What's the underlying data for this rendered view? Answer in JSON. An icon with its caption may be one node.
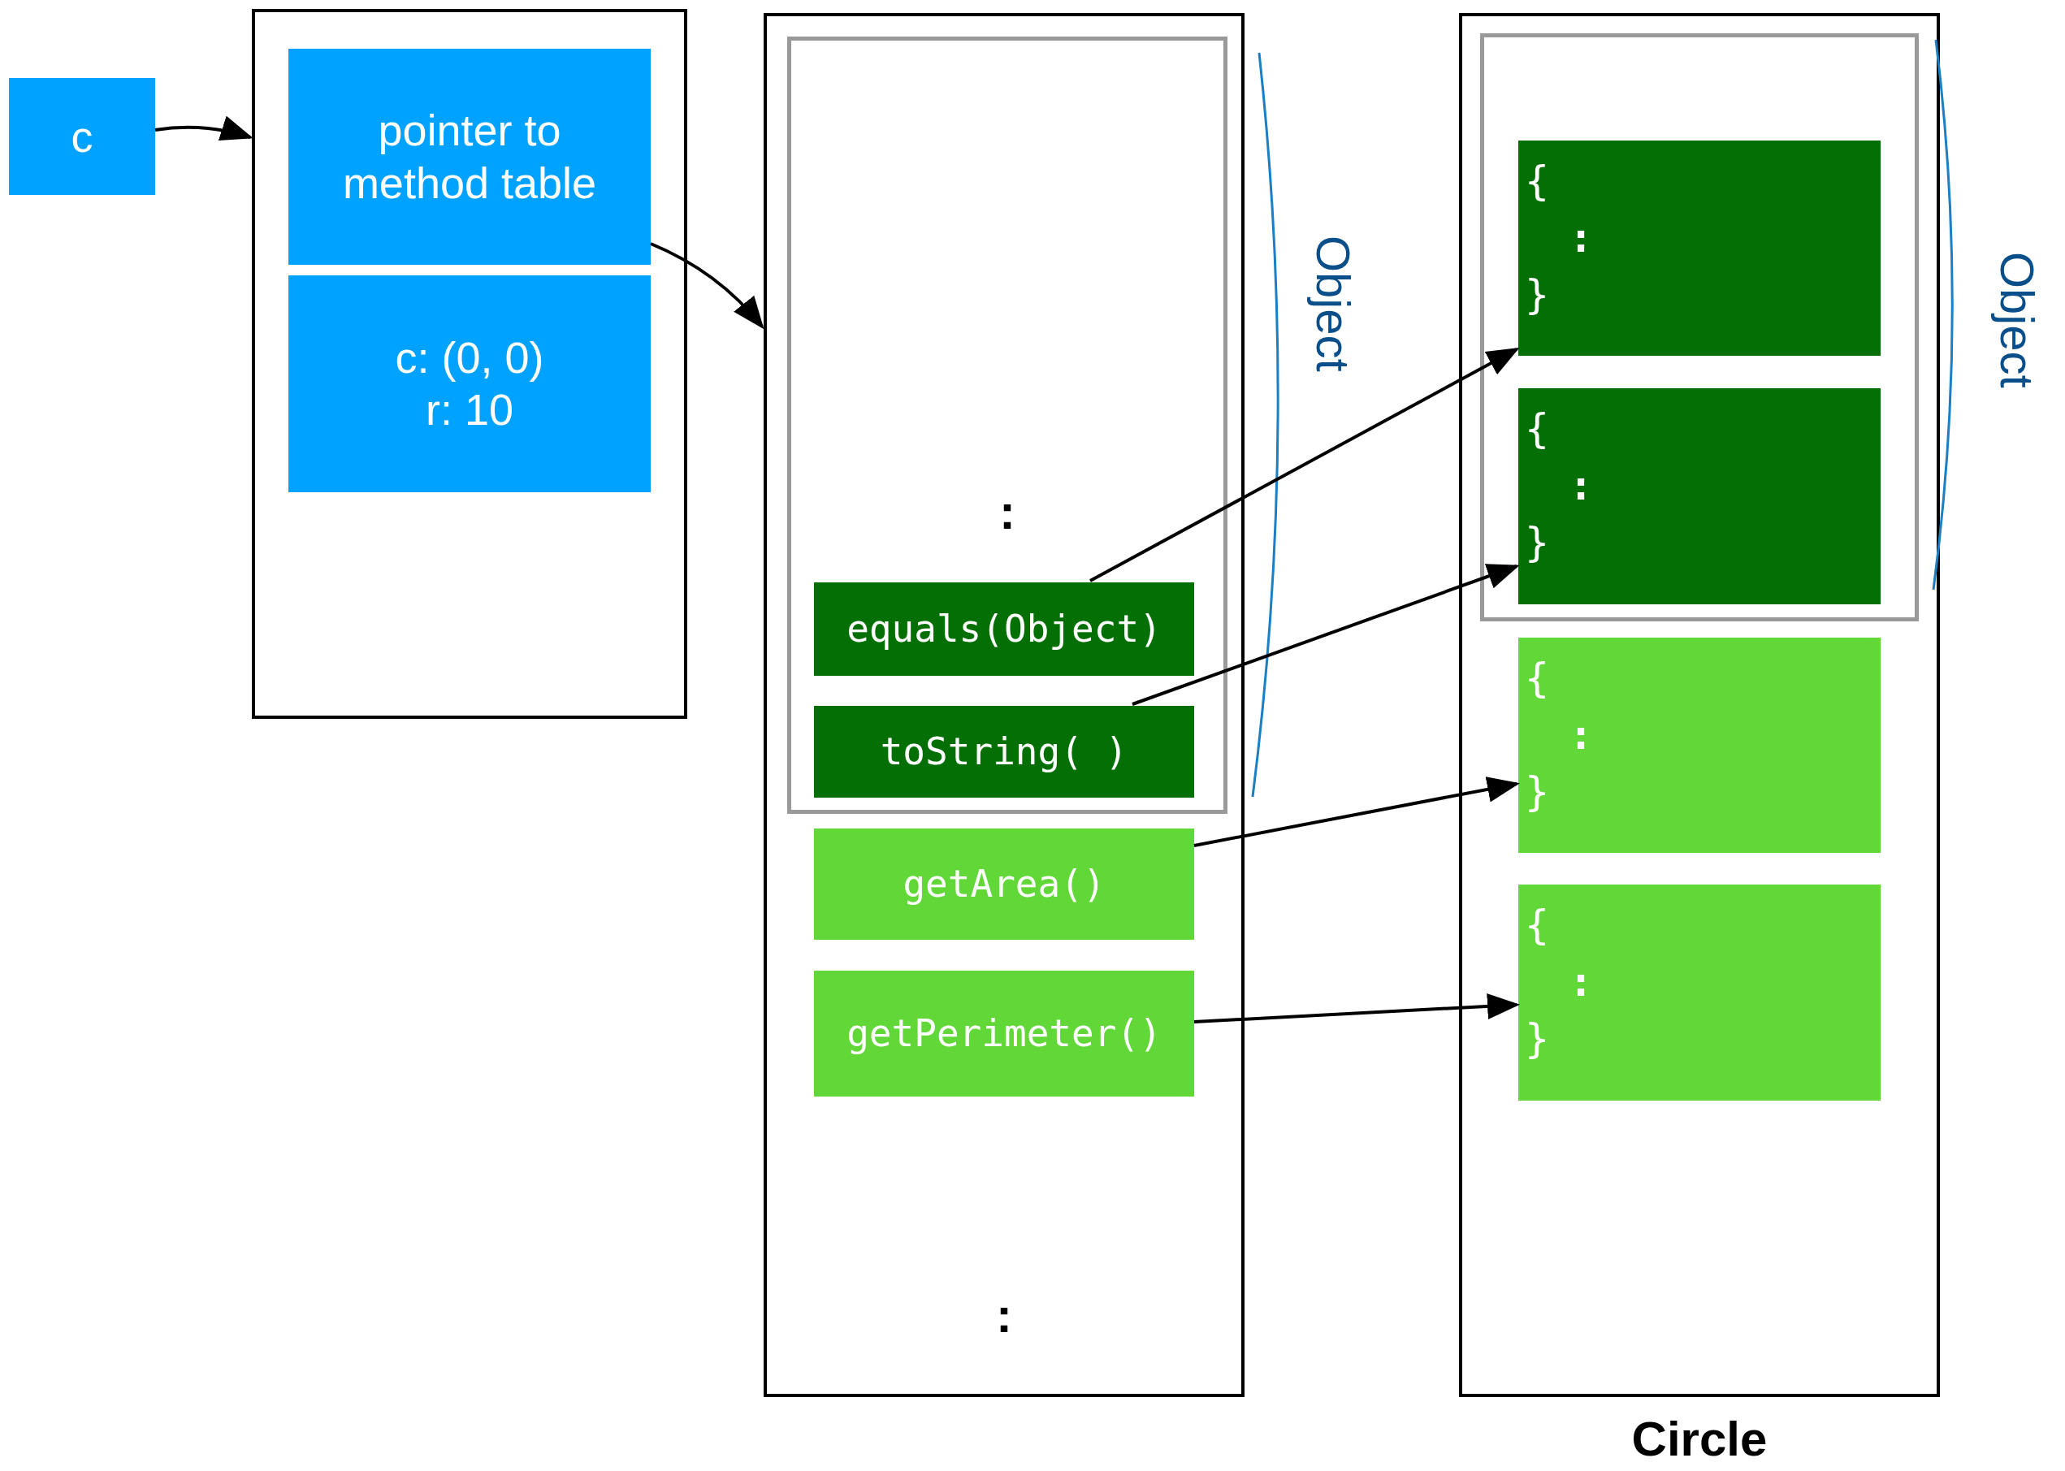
{
  "diagram": {
    "nodes": [
      {
        "text": [
          "c"
        ]
      },
      {
        "text": [],
        "shape": "box"
      },
      {
        "text": [
          "pointer to method table"
        ],
        "in": 1
      },
      {
        "text": [
          "c: (0, 0) r: 10"
        ],
        "in": 1
      },
      {
        "text": [
          ":"
        ]
      },
      {
        "text": [
          ":"
        ],
        "in": 4,
        "beside": [
          "Object"
        ]
      },
      {
        "text": [
          "equals(Object)"
        ],
        "in": 5
      },
      {
        "text": [
          "toString( )"
        ],
        "in": 5
      },
      {
        "text": [
          "getArea()"
        ],
        "in": 4
      },
      {
        "text": [
          "getPerimeter()"
        ],
        "in": 4
      },
      {
        "text": [
          "Circle"
        ]
      },
      {
        "text": [],
        "shape": "box",
        "in": 10,
        "beside": [
          "Object"
        ]
      },
      {
        "text": [
          "{",
          ":",
          "}"
        ],
        "in": 11
      },
      {
        "text": [
          "{",
          ":",
          "}"
        ],
        "in": 11
      },
      {
        "text": [
          "{",
          ":",
          "}"
        ],
        "in": 10
      },
      {
        "text": [
          "{",
          ":",
          "}"
        ],
        "in": 10
      }
    ],
    "edges": [
      {
        "from": 0,
        "to": 1,
        "arrow": "to"
      },
      {
        "from": 2,
        "to": 4,
        "arrow": "to"
      },
      {
        "from": 6,
        "to": 12,
        "arrow": "to"
      },
      {
        "from": 7,
        "to": 13,
        "arrow": "to"
      },
      {
        "from": 8,
        "to": 14,
        "arrow": "to"
      },
      {
        "from": 9,
        "to": 15,
        "arrow": "to"
      }
    ]
  }
}
